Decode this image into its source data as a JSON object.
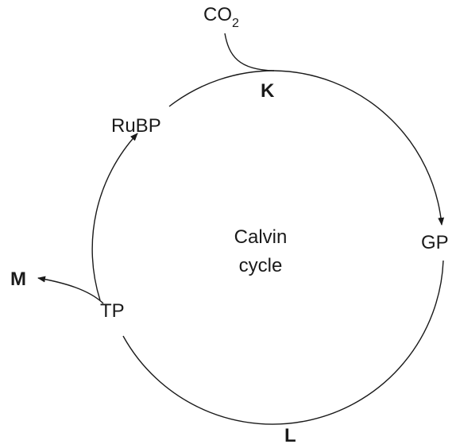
{
  "diagram": {
    "co2": {
      "main": "CO",
      "sub": "2"
    },
    "labels": {
      "k": "K",
      "rubp": "RuBP",
      "center_line1": "Calvin",
      "center_line2": "cycle",
      "gp": "GP",
      "tp": "TP",
      "m": "M",
      "l": "L"
    },
    "colors": {
      "ink": "#1a1a1a",
      "background": "#ffffff"
    }
  }
}
